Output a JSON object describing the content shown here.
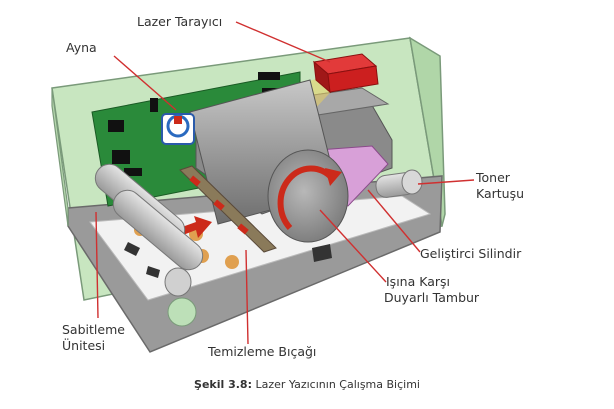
{
  "labels": {
    "lazer_tarayici": "Lazer Tarayıcı",
    "ayna": "Ayna",
    "toner_line1": "Toner",
    "toner_line2": "Kartuşu",
    "gelistirici": "Geliştirci Silindir",
    "isina_line1": "Işına Karşı",
    "isina_line2": "Duyarlı Tambur",
    "sabitleme_line1": "Sabitleme",
    "sabitleme_line2": "Ünitesi",
    "temizleme": "Temizleme Bıçağı"
  },
  "caption": {
    "prefix": "Şekil 3.8:",
    "text": " Lazer Yazıcının Çalışma Biçimi"
  },
  "colors": {
    "enclosure_green": "#c8e6c0",
    "circuit_board": "#2a8a3a",
    "laser_red": "#cc1f1f",
    "drum_gray": "#8c8c8c",
    "toner_pink": "#d8a0d8",
    "dot_orange": "#e0a050",
    "arrow_red": "#cc2a1a",
    "leader_red": "#d03030"
  }
}
